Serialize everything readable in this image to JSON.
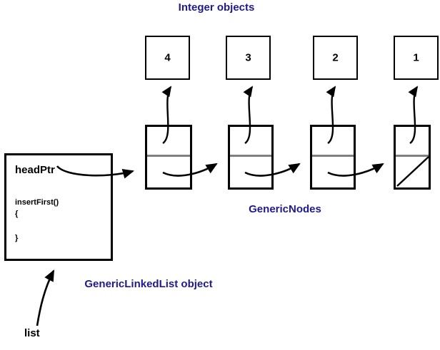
{
  "diagram": {
    "titles": {
      "integer_objects": "Integer objects",
      "generic_nodes": "GenericNodes",
      "generic_linked_list": "GenericLinkedList object"
    },
    "list_variable_label": "list",
    "linked_list_object": {
      "head_pointer_label": "headPtr",
      "method_signature": "insertFirst()",
      "brace_open": "{",
      "brace_close": "}"
    },
    "integer_objects": [
      {
        "value": "4"
      },
      {
        "value": "3"
      },
      {
        "value": "2"
      },
      {
        "value": "1"
      }
    ],
    "nodes": [
      {
        "id": "node-1",
        "next": "node-2",
        "data_points_to": "4"
      },
      {
        "id": "node-2",
        "next": "node-3",
        "data_points_to": "3"
      },
      {
        "id": "node-3",
        "next": "node-4",
        "data_points_to": "2"
      },
      {
        "id": "node-4",
        "next": "null",
        "data_points_to": "1"
      }
    ],
    "colors": {
      "label_blue": "#1f1a8c",
      "stroke_black": "#000000",
      "divider_gray": "#808080",
      "background": "#ffffff"
    }
  }
}
